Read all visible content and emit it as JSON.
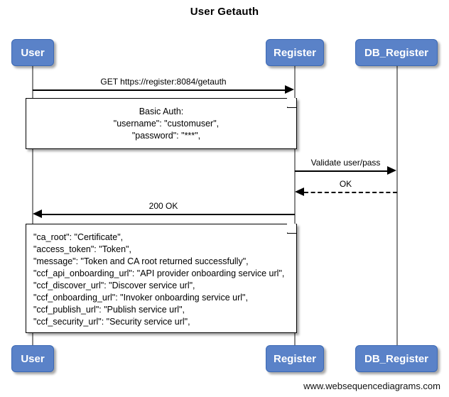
{
  "diagram": {
    "title": "User Getauth",
    "footer": "www.websequencediagrams.com",
    "accent_color": "#5a82c8",
    "line_color": "#000000",
    "lifeline_color": "#888888"
  },
  "participants": [
    {
      "id": "user",
      "label": "User"
    },
    {
      "id": "register",
      "label": "Register"
    },
    {
      "id": "db_register",
      "label": "DB_Register"
    }
  ],
  "participants_bottom": [
    {
      "id": "user",
      "label": "User"
    },
    {
      "id": "register",
      "label": "Register"
    },
    {
      "id": "db_register",
      "label": "DB_Register"
    }
  ],
  "messages": [
    {
      "id": "m1",
      "label": "GET https://register:8084/getauth",
      "from": "user",
      "to": "register",
      "style": "solid",
      "direction": "right"
    },
    {
      "id": "m2",
      "label": "Validate user/pass",
      "from": "register",
      "to": "db_register",
      "style": "solid",
      "direction": "right"
    },
    {
      "id": "m3",
      "label": "OK",
      "from": "db_register",
      "to": "register",
      "style": "dashed",
      "direction": "left"
    },
    {
      "id": "m4",
      "label": "200 OK",
      "from": "register",
      "to": "user",
      "style": "solid",
      "direction": "left"
    }
  ],
  "notes": [
    {
      "id": "note-basic-auth",
      "text": "Basic Auth:\n    \"username\": \"customuser\",\n    \"password\": \"***\","
    },
    {
      "id": "note-response-body",
      "text": "\"ca_root\": \"Certificate\",\n\"access_token\": \"Token\",\n\"message\": \"Token and CA root returned successfully\",\n\"ccf_api_onboarding_url\": \"API provider onboarding service url\",\n\"ccf_discover_url\": \"Discover service url\",\n\"ccf_onboarding_url\": \"Invoker onboarding service url\",\n\"ccf_publish_url\": \"Publish service url\",\n\"ccf_security_url\": \"Security service url\","
    }
  ]
}
